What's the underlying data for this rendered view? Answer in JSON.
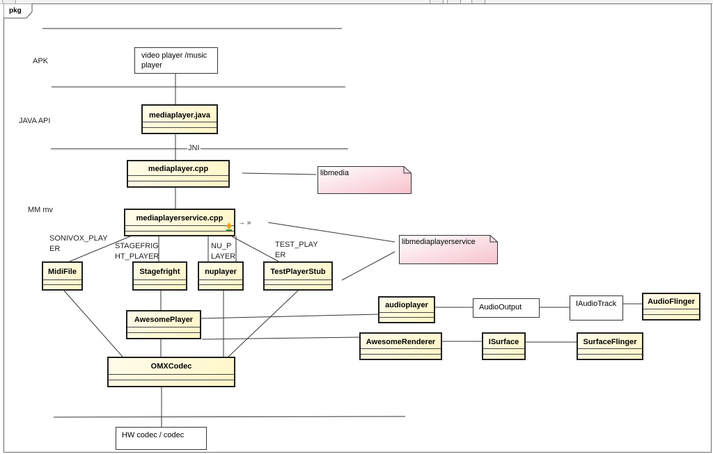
{
  "package": {
    "label": "pkg"
  },
  "layers": {
    "apk": "APK",
    "java_api": "JAVA API",
    "mm_mv": "MM mv"
  },
  "jni_label": "JNI",
  "edge_labels": {
    "sonivox_l1": "SONIVOX_PLAY",
    "sonivox_l2": "ER",
    "stagefright_l1": "STAGEFRIG",
    "stagefright_l2": "HT_PLAYER",
    "nu_l1": "NU_P",
    "nu_l2": "LAYER",
    "test_l1": "TEST_PLAY",
    "test_l2": "ER",
    "stereotype_arrow": "→ »"
  },
  "classes": {
    "mediaplayer_java": "mediaplayer.java",
    "mediaplayer_cpp": "mediaplayer.cpp",
    "mediaplayerservice_cpp": "mediaplayerservice.cpp",
    "midifile": "MidiFile",
    "stagefright": "Stagefright",
    "nuplayer": "nuplayer",
    "testplayerstub": "TestPlayerStub",
    "awesomeplayer": "AwesomePlayer",
    "omxcodec": "OMXCodec",
    "audioplayer": "audioplayer",
    "audioflinger": "AudioFlinger",
    "awesomerenderer": "AwesomeRenderer",
    "isurface": "ISurface",
    "surfaceflinger": "SurfaceFlinger"
  },
  "objects": {
    "video_player_l1": "video player /music",
    "video_player_l2": "player",
    "audiooutput": "AudioOutput",
    "iaudiotrack": "IAudioTrack",
    "hw_codec": "HW codec / codec"
  },
  "notes": {
    "libmedia": "libmedia",
    "libmediaplayerservice": "libmediaplayerservice"
  },
  "colors": {
    "class_fill": "#fff6c6",
    "note_fill": "#fbd6dc",
    "line": "#333333"
  }
}
